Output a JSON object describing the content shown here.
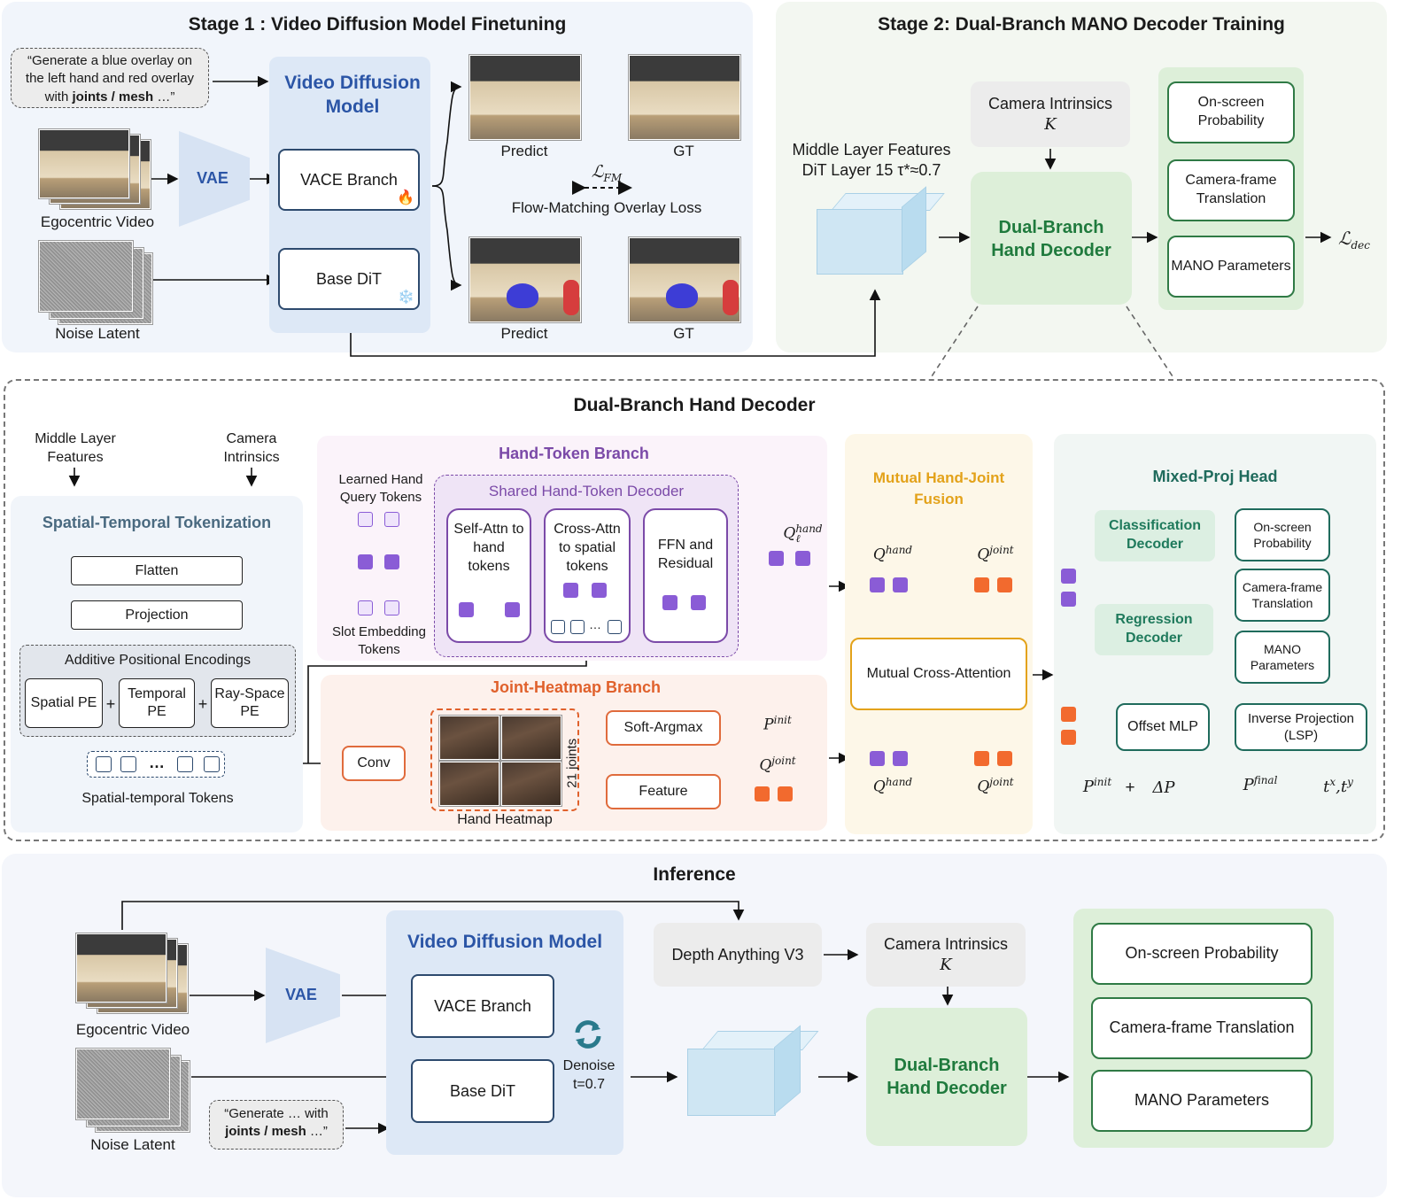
{
  "stage1": {
    "title": "Stage 1 : Video Diffusion Model Finetuning",
    "prompt_line1": "“Generate a blue overlay on",
    "prompt_line2": "the left hand and red overlay",
    "prompt_line3_pre": "with ",
    "prompt_line3_bold": "joints / mesh",
    "prompt_line3_post": " …”",
    "egocentric_video": "Egocentric Video",
    "noise_latent": "Noise Latent",
    "vae": "VAE",
    "vdm_title_1": "Video Diffusion",
    "vdm_title_2": "Model",
    "vace_branch": "VACE Branch",
    "fire_icon": "🔥",
    "base_dit": "Base DiT",
    "snow_icon": "❄️",
    "predict_top": "Predict",
    "gt_top": "GT",
    "predict_bottom": "Predict",
    "gt_bottom": "GT",
    "loss_symbol": "ℒ",
    "loss_sub": "FM",
    "loss_name": "Flow-Matching Overlay Loss"
  },
  "stage2": {
    "title": "Stage 2: Dual-Branch MANO Decoder Training",
    "camera_intrinsics": "Camera Intrinsics",
    "k": "K",
    "middle_layer_1": "Middle Layer Features",
    "middle_layer_2": "DiT Layer 15 τ*≈0.7",
    "decoder_1": "Dual-Branch",
    "decoder_2": "Hand Decoder",
    "out_onscreen": "On-screen Probability",
    "out_translation": "Camera-frame Translation",
    "out_mano": "MANO Parameters",
    "loss_symbol": "ℒ",
    "loss_sub": "dec"
  },
  "decoder": {
    "title": "Dual-Branch Hand Decoder",
    "in_middle": "Middle Layer Features",
    "in_camera": "Camera Intrinsics",
    "st_title": "Spatial-Temporal Tokenization",
    "flatten": "Flatten",
    "projection": "Projection",
    "ape_title": "Additive Positional Encodings",
    "spatial_pe": "Spatial PE",
    "temporal_pe": "Temporal PE",
    "rayspace_pe": "Ray-Space PE",
    "plus": "+",
    "ellipsis": "…",
    "st_tokens": "Spatial-temporal Tokens",
    "hand_token_branch": "Hand-Token Branch",
    "learned_query": "Learned Hand Query Tokens",
    "slot_embedding": "Slot Embedding Tokens",
    "shared_decoder": "Shared Hand-Token Decoder",
    "self_attn": "Self-Attn to hand tokens",
    "cross_attn": "Cross-Attn to spatial tokens",
    "ffn": "FFN and Residual",
    "joint_heatmap_branch": "Joint-Heatmap Branch",
    "conv": "Conv",
    "joints_21": "21 joints",
    "hand_heatmap": "Hand Heatmap",
    "soft_argmax": "Soft-Argmax",
    "feature": "Feature",
    "q_sym": "Q",
    "p_sym": "P",
    "sup_hand": "hand",
    "sup_joint": "joint",
    "sup_init": "init",
    "sup_final": "final",
    "sub_l": "ℓ",
    "sub_t": "t",
    "fusion_title": "Mutual Hand-Joint Fusion",
    "mutual_cross": "Mutual Cross-Attention",
    "mixed_title": "Mixed-Proj Head",
    "cls_decoder": "Classification Decoder",
    "reg_decoder": "Regression Decoder",
    "onscreen": "On-screen Probability",
    "camframe": "Camera-frame Translation",
    "mano": "MANO Parameters",
    "offset_mlp": "Offset MLP",
    "inverse_proj": "Inverse Projection (LSP)",
    "plus_sign": "+",
    "delta_p": "ΔP",
    "arrow": "→",
    "tx": "t",
    "tx_sup": "x",
    "ty": ",t",
    "ty_sup": "y"
  },
  "inference": {
    "title": "Inference",
    "egocentric_video": "Egocentric Video",
    "noise_latent": "Noise Latent",
    "vae": "VAE",
    "vdm_title": "Video Diffusion Model",
    "vace_branch": "VACE Branch",
    "base_dit": "Base DiT",
    "denoise_1": "Denoise",
    "denoise_2": "t=0.7",
    "prompt_line1": "“Generate … with",
    "prompt_line2_bold": "joints / mesh",
    "prompt_line2_post": " …”",
    "depth_anything": "Depth Anything V3",
    "camera_intrinsics": "Camera Intrinsics",
    "k": "K",
    "decoder_1": "Dual-Branch",
    "decoder_2": "Hand Decoder",
    "out_onscreen": "On-screen Probability",
    "out_translation": "Camera-frame Translation",
    "out_mano": "MANO Parameters"
  },
  "colors": {
    "blue_title": "#2b55a6",
    "green_title": "#1f7a3d",
    "purple_title": "#7b4aa8",
    "orange_title": "#e0612c",
    "amber_title": "#e3a21a",
    "teal_title": "#1f6b5c"
  }
}
